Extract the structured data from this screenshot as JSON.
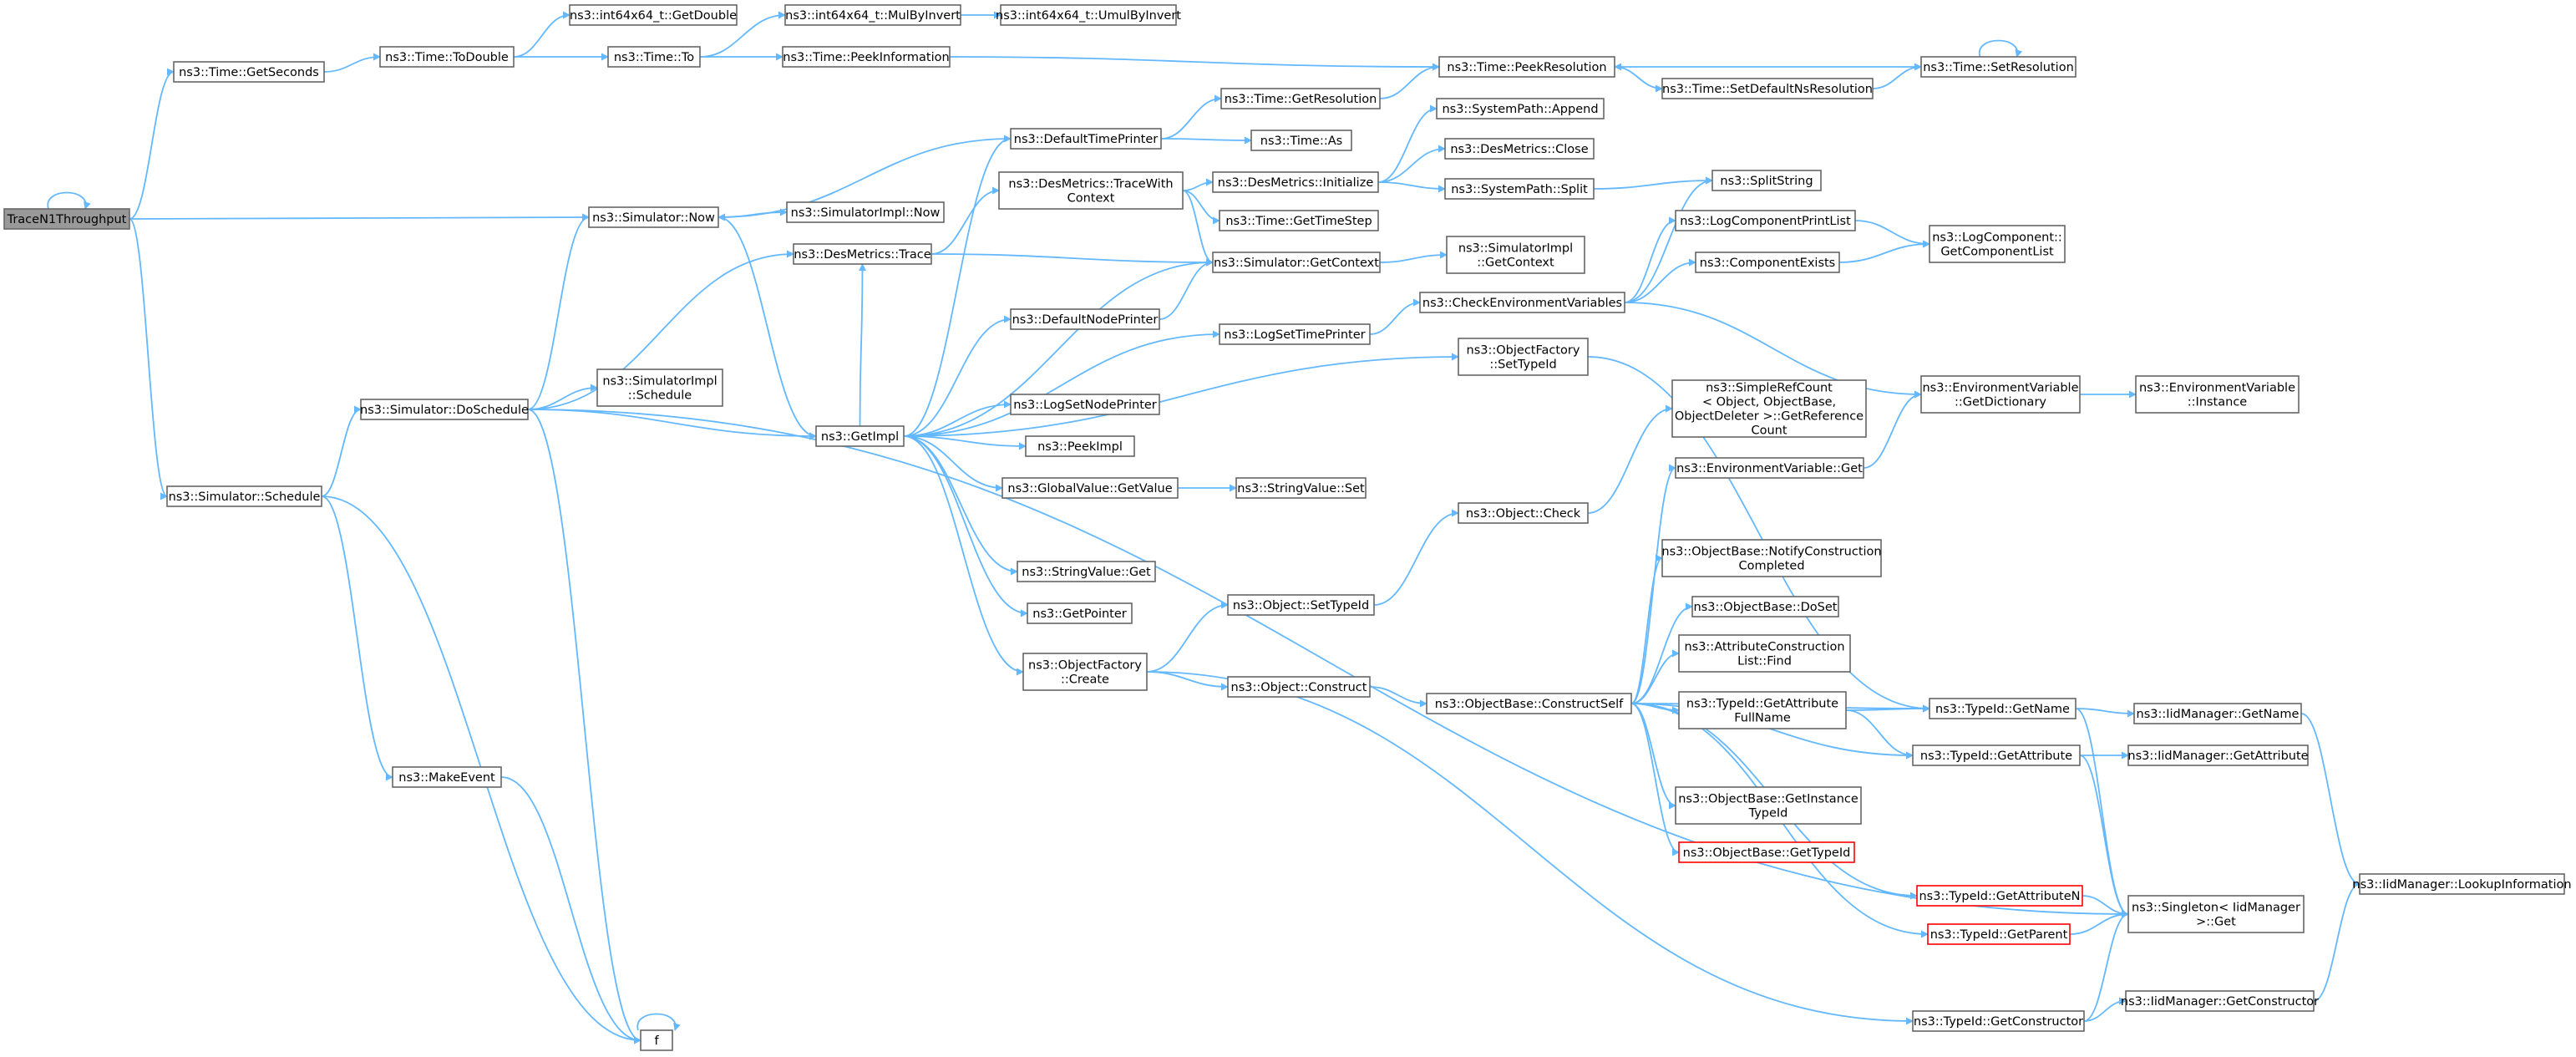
{
  "graph": {
    "colors": {
      "edge": "#63b8ff",
      "node_border": "#666666",
      "root_fill": "#999999",
      "error_border": "#ff0000"
    },
    "nodes": [
      {
        "id": "root",
        "lines": [
          "TraceN1Throughput"
        ],
        "style": "root"
      },
      {
        "id": "getseconds",
        "lines": [
          "ns3::Time::GetSeconds"
        ]
      },
      {
        "id": "todouble",
        "lines": [
          "ns3::Time::ToDouble"
        ]
      },
      {
        "id": "i64getdouble",
        "lines": [
          "ns3::int64x64_t::GetDouble"
        ]
      },
      {
        "id": "to",
        "lines": [
          "ns3::Time::To"
        ]
      },
      {
        "id": "mulbyinvert",
        "lines": [
          "ns3::int64x64_t::MulByInvert"
        ]
      },
      {
        "id": "umulbyinvert",
        "lines": [
          "ns3::int64x64_t::UmulByInvert"
        ]
      },
      {
        "id": "peekinfo",
        "lines": [
          "ns3::Time::PeekInformation"
        ]
      },
      {
        "id": "peekres",
        "lines": [
          "ns3::Time::PeekResolution"
        ]
      },
      {
        "id": "setdefaultns",
        "lines": [
          "ns3::Time::SetDefaultNsResolution"
        ]
      },
      {
        "id": "setres",
        "lines": [
          "ns3::Time::SetResolution"
        ]
      },
      {
        "id": "simnow",
        "lines": [
          "ns3::Simulator::Now"
        ]
      },
      {
        "id": "simimplnow",
        "lines": [
          "ns3::SimulatorImpl::Now"
        ]
      },
      {
        "id": "deftimeprinter",
        "lines": [
          "ns3::DefaultTimePrinter"
        ]
      },
      {
        "id": "getresolution",
        "lines": [
          "ns3::Time::GetResolution"
        ]
      },
      {
        "id": "timeas",
        "lines": [
          "ns3::Time::As"
        ]
      },
      {
        "id": "appendpath",
        "lines": [
          "ns3::SystemPath::Append"
        ]
      },
      {
        "id": "desclose",
        "lines": [
          "ns3::DesMetrics::Close"
        ]
      },
      {
        "id": "splitpath",
        "lines": [
          "ns3::SystemPath::Split"
        ]
      },
      {
        "id": "desinit",
        "lines": [
          "ns3::DesMetrics::Initialize"
        ]
      },
      {
        "id": "destracewith",
        "lines": [
          "ns3::DesMetrics::TraceWith",
          "Context"
        ]
      },
      {
        "id": "gettimestep",
        "lines": [
          "ns3::Time::GetTimeStep"
        ]
      },
      {
        "id": "destrace",
        "lines": [
          "ns3::DesMetrics::Trace"
        ]
      },
      {
        "id": "simgetcontext",
        "lines": [
          "ns3::Simulator::GetContext"
        ]
      },
      {
        "id": "simimplgetcontext",
        "lines": [
          "ns3::SimulatorImpl",
          "::GetContext"
        ]
      },
      {
        "id": "splitstring",
        "lines": [
          "ns3::SplitString"
        ]
      },
      {
        "id": "logprintlist",
        "lines": [
          "ns3::LogComponentPrintList"
        ]
      },
      {
        "id": "logcomplist",
        "lines": [
          "ns3::LogComponent::",
          "GetComponentList"
        ]
      },
      {
        "id": "compexists",
        "lines": [
          "ns3::ComponentExists"
        ]
      },
      {
        "id": "checkenv",
        "lines": [
          "ns3::CheckEnvironmentVariables"
        ]
      },
      {
        "id": "defnodeprinter",
        "lines": [
          "ns3::DefaultNodePrinter"
        ]
      },
      {
        "id": "logsettimeprinter",
        "lines": [
          "ns3::LogSetTimePrinter"
        ]
      },
      {
        "id": "ofsettypeid",
        "lines": [
          "ns3::ObjectFactory",
          "::SetTypeId"
        ]
      },
      {
        "id": "envgetdict",
        "lines": [
          "ns3::EnvironmentVariable",
          "::GetDictionary"
        ]
      },
      {
        "id": "envinstance",
        "lines": [
          "ns3::EnvironmentVariable",
          "::Instance"
        ]
      },
      {
        "id": "simdoschedule",
        "lines": [
          "ns3::Simulator::DoSchedule"
        ]
      },
      {
        "id": "simimplschedule",
        "lines": [
          "ns3::SimulatorImpl",
          "::Schedule"
        ]
      },
      {
        "id": "getimpl",
        "lines": [
          "ns3::GetImpl"
        ]
      },
      {
        "id": "simplerefcount",
        "lines": [
          "ns3::SimpleRefCount",
          "< Object, ObjectBase,",
          "ObjectDeleter >::GetReference",
          "Count"
        ]
      },
      {
        "id": "logsetnodeprinter",
        "lines": [
          "ns3::LogSetNodePrinter"
        ]
      },
      {
        "id": "simschedule",
        "lines": [
          "ns3::Simulator::Schedule"
        ]
      },
      {
        "id": "peekimpl",
        "lines": [
          "ns3::PeekImpl"
        ]
      },
      {
        "id": "envget",
        "lines": [
          "ns3::EnvironmentVariable::Get"
        ]
      },
      {
        "id": "gvgetvalue",
        "lines": [
          "ns3::GlobalValue::GetValue"
        ]
      },
      {
        "id": "svset",
        "lines": [
          "ns3::StringValue::Set"
        ]
      },
      {
        "id": "objcheck",
        "lines": [
          "ns3::Object::Check"
        ]
      },
      {
        "id": "obnotify",
        "lines": [
          "ns3::ObjectBase::NotifyConstruction",
          "Completed"
        ]
      },
      {
        "id": "svget",
        "lines": [
          "ns3::StringValue::Get"
        ]
      },
      {
        "id": "objsettypeid",
        "lines": [
          "ns3::Object::SetTypeId"
        ]
      },
      {
        "id": "obdoset",
        "lines": [
          "ns3::ObjectBase::DoSet"
        ]
      },
      {
        "id": "getpointer",
        "lines": [
          "ns3::GetPointer"
        ]
      },
      {
        "id": "attrconstruct",
        "lines": [
          "ns3::AttributeConstruction",
          "List::Find"
        ]
      },
      {
        "id": "ofcreate",
        "lines": [
          "ns3::ObjectFactory",
          "::Create"
        ]
      },
      {
        "id": "objconstruct",
        "lines": [
          "ns3::Object::Construct"
        ]
      },
      {
        "id": "obconstructself",
        "lines": [
          "ns3::ObjectBase::ConstructSelf"
        ]
      },
      {
        "id": "tidgetattrfull",
        "lines": [
          "ns3::TypeId::GetAttribute",
          "FullName"
        ]
      },
      {
        "id": "tidgetname",
        "lines": [
          "ns3::TypeId::GetName"
        ]
      },
      {
        "id": "iidgetname",
        "lines": [
          "ns3::IidManager::GetName"
        ]
      },
      {
        "id": "makeevent",
        "lines": [
          "ns3::MakeEvent"
        ]
      },
      {
        "id": "tidgetattr",
        "lines": [
          "ns3::TypeId::GetAttribute"
        ]
      },
      {
        "id": "iidgetattr",
        "lines": [
          "ns3::IidManager::GetAttribute"
        ]
      },
      {
        "id": "obgetinstance",
        "lines": [
          "ns3::ObjectBase::GetInstance",
          "TypeId"
        ]
      },
      {
        "id": "obgettypeid",
        "lines": [
          "ns3::ObjectBase::GetTypeId"
        ],
        "style": "red"
      },
      {
        "id": "iidlookup",
        "lines": [
          "ns3::IidManager::LookupInformation"
        ]
      },
      {
        "id": "tidgetattrn",
        "lines": [
          "ns3::TypeId::GetAttributeN"
        ],
        "style": "red"
      },
      {
        "id": "singletonget",
        "lines": [
          "ns3::Singleton< IidManager",
          ">::Get"
        ]
      },
      {
        "id": "tidgetparent",
        "lines": [
          "ns3::TypeId::GetParent"
        ],
        "style": "red"
      },
      {
        "id": "iidgetconstructor",
        "lines": [
          "ns3::IidManager::GetConstructor"
        ]
      },
      {
        "id": "tidgetconstructor",
        "lines": [
          "ns3::TypeId::GetConstructor"
        ]
      },
      {
        "id": "f",
        "lines": [
          "f"
        ]
      }
    ]
  }
}
